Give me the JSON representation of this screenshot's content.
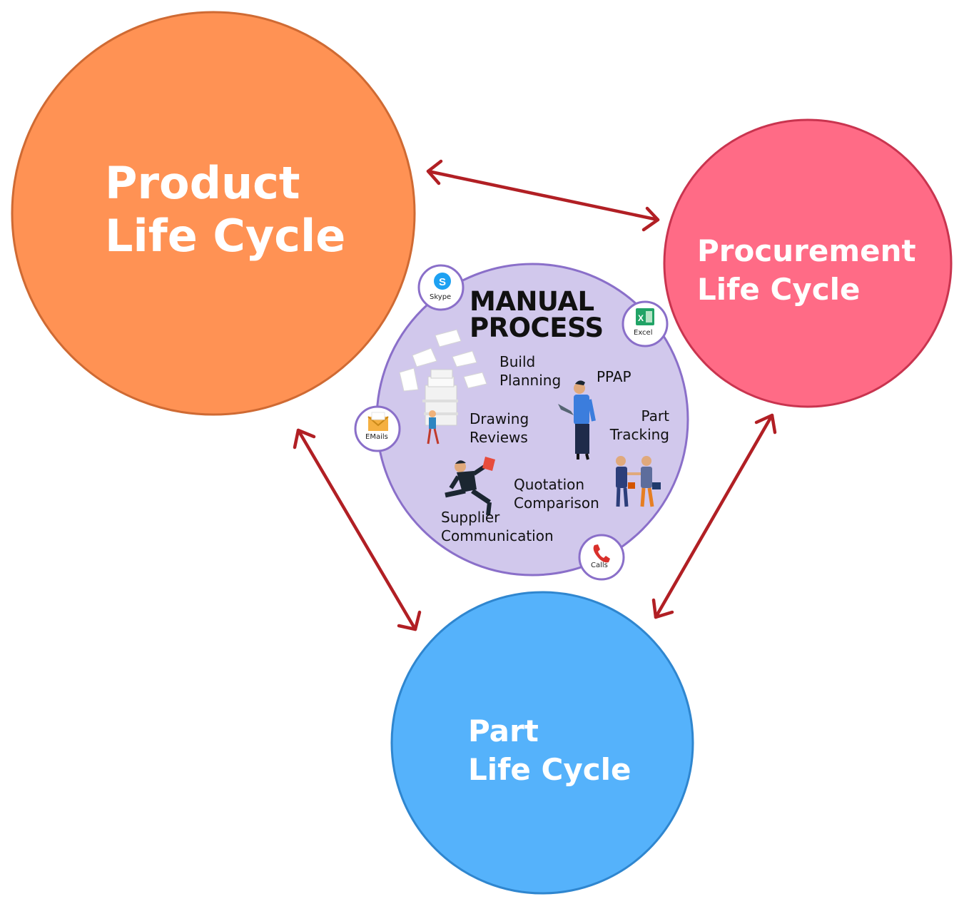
{
  "circles": {
    "product": {
      "line1": "Product",
      "line2": "Life Cycle",
      "fill": "#ff9254",
      "stroke": "#cf6a33"
    },
    "procurement": {
      "line1": "Procurement",
      "line2": "Life Cycle",
      "fill": "#ff6b86",
      "stroke": "#c9344f"
    },
    "part": {
      "line1": "Part",
      "line2": "Life Cycle",
      "fill": "#55b2fb",
      "stroke": "#2f86cf"
    }
  },
  "manual": {
    "title_line1": "MANUAL",
    "title_line2": "PROCESS",
    "fill": "#d1c8ec",
    "stroke": "#8a6fc9",
    "tasks": {
      "build_planning": [
        "Build",
        "Planning"
      ],
      "ppap": "PPAP",
      "drawing_reviews": [
        "Drawing",
        "Reviews"
      ],
      "part_tracking": [
        "Part",
        "Tracking"
      ],
      "quotation_comparison": [
        "Quotation",
        "Comparison"
      ],
      "supplier_communication": [
        "Supplier",
        "Communication"
      ]
    },
    "badges": {
      "skype": {
        "label": "Skype",
        "icon": "skype-icon",
        "color": "#1da1f2"
      },
      "excel": {
        "label": "Excel",
        "icon": "excel-icon",
        "color": "#21a366"
      },
      "emails": {
        "label": "EMails",
        "icon": "envelope-icon",
        "color": "#f5b041"
      },
      "calls": {
        "label": "Calls",
        "icon": "phone-icon",
        "color": "#d9302b"
      }
    }
  },
  "arrow_color": "#b11f24"
}
